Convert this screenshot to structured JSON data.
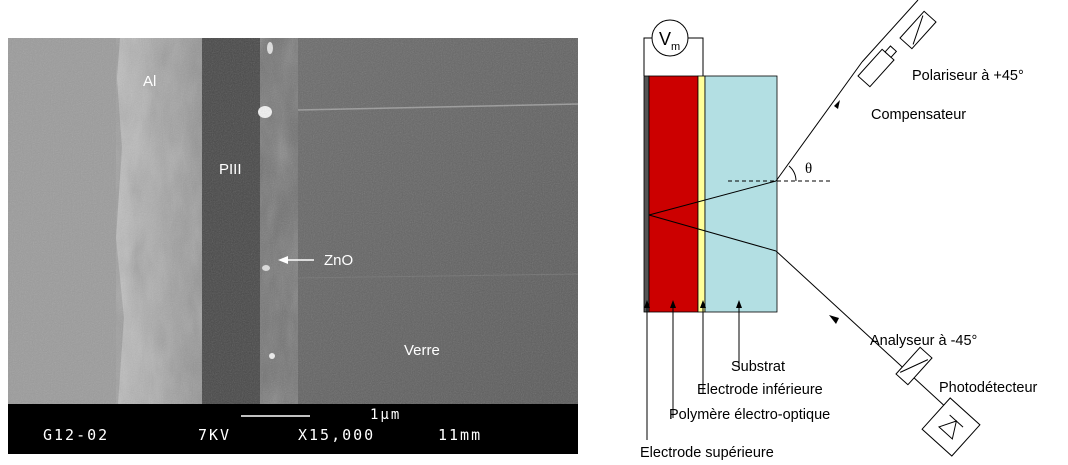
{
  "sem_image": {
    "labels": {
      "al": "Al",
      "piii": "PIII",
      "zno": "ZnO",
      "verre": "Verre"
    },
    "info_bar": {
      "sample": "G12-02",
      "voltage": "7KV",
      "magnification": "X15,000",
      "working_distance": "11mm",
      "scale": "1µm"
    }
  },
  "setup_diagram": {
    "voltmeter": {
      "symbol": "V",
      "subscript": "m"
    },
    "angle_symbol": "θ",
    "labels": {
      "polariseur": "Polariseur à +45°",
      "compensateur": "Compensateur",
      "analyseur": "Analyseur à -45°",
      "photodetecteur": "Photodétecteur",
      "substrat": "Substrat",
      "electrode_inferieure": "Electrode inférieure",
      "polymere": "Polymère électro-optique",
      "electrode_superieure": "Electrode supérieure"
    },
    "colors": {
      "polymer": "#cc0000",
      "substrate": "#b3dfe3",
      "bottom_electrode": "#ffff99",
      "top_electrode": "#555555"
    }
  }
}
